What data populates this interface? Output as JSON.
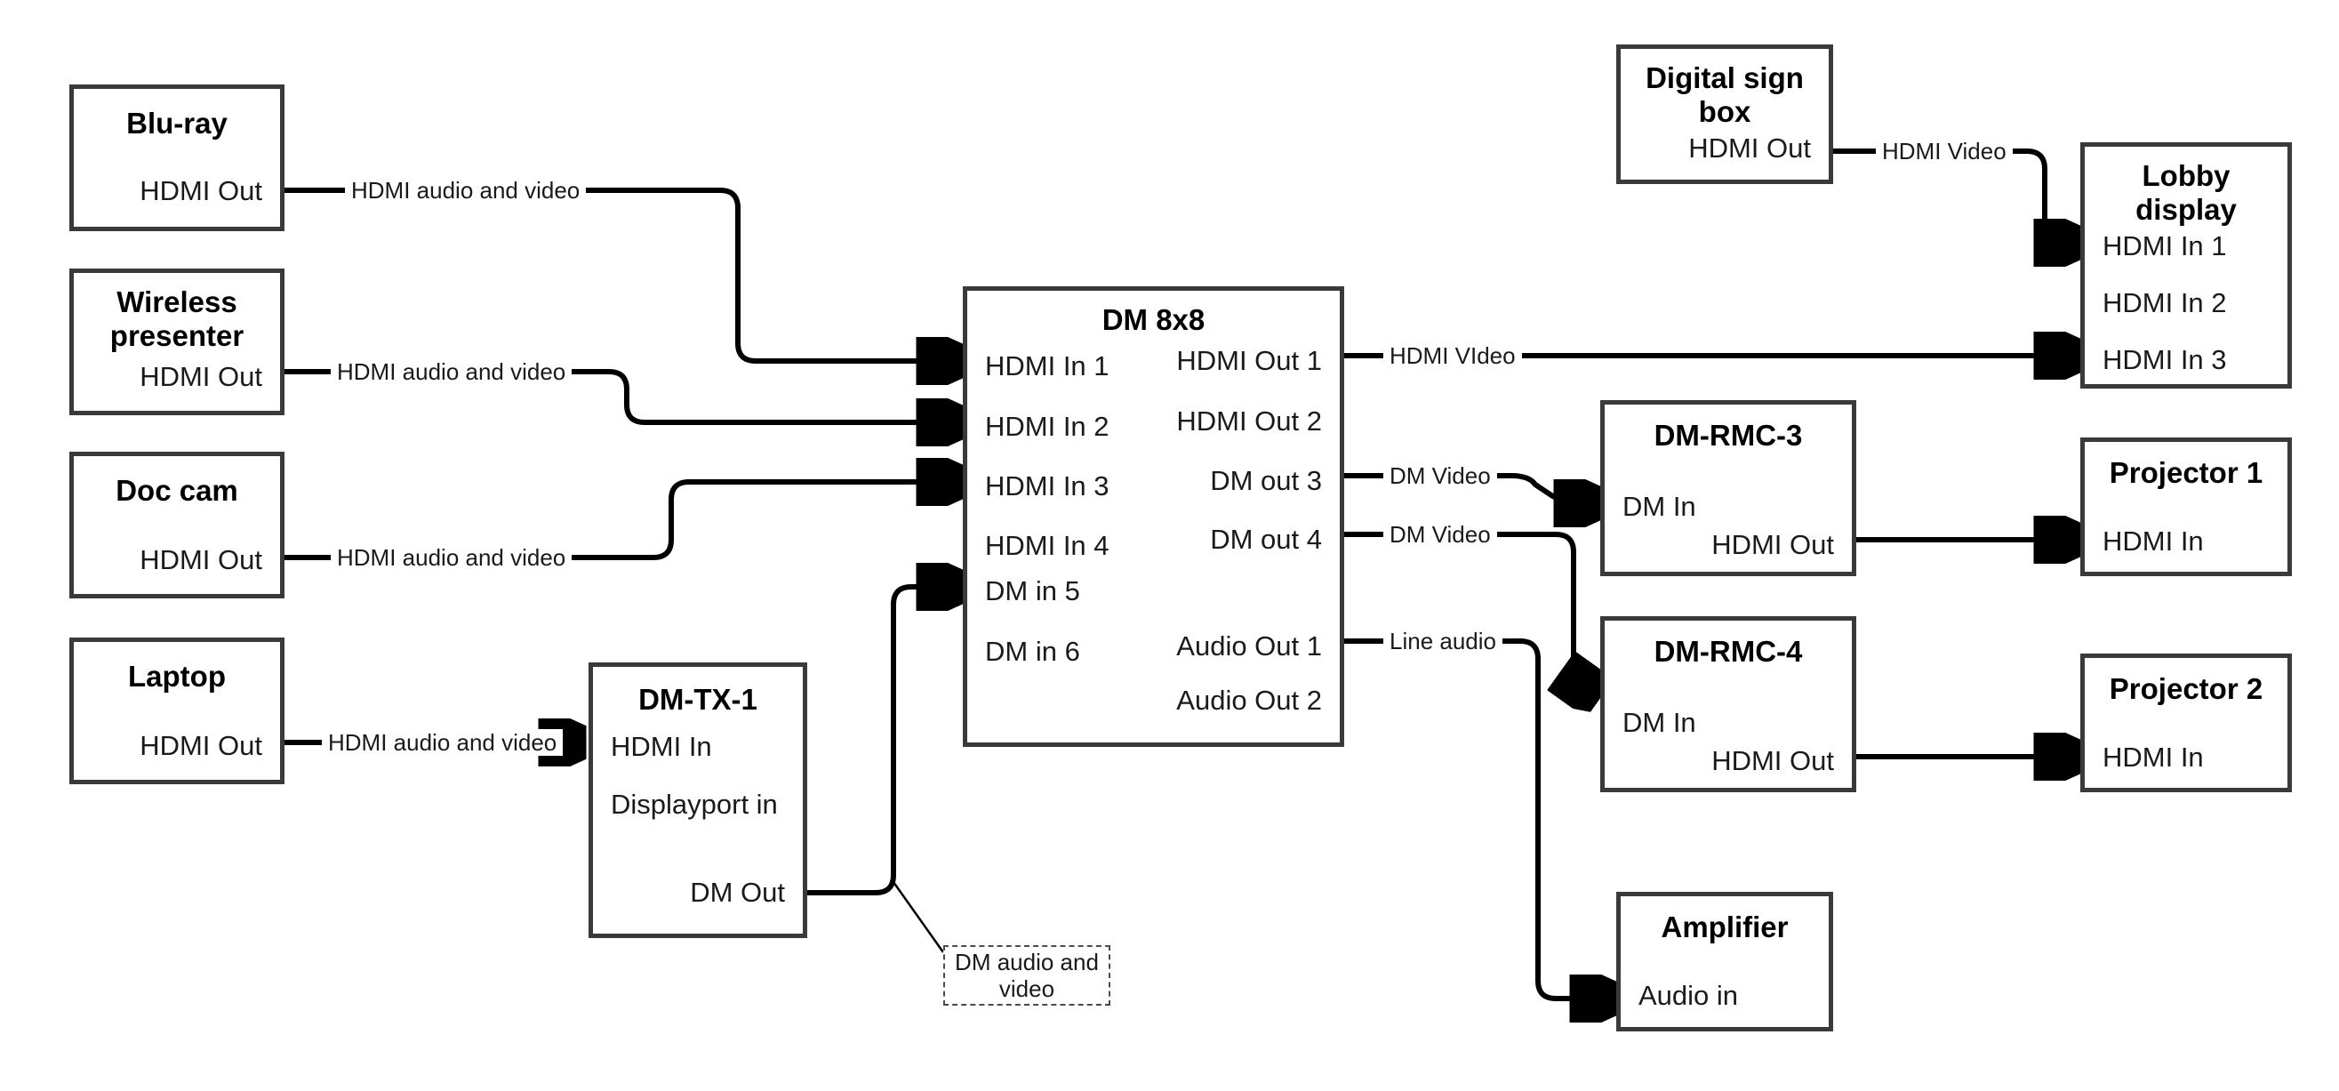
{
  "diagram": {
    "title": "AV signal flow — DM 8x8 matrix",
    "colors": {
      "box_border": "#3a3a3a",
      "wire": "#000000",
      "background": "#ffffff",
      "callout_border": "#4a4a4a"
    }
  },
  "devices": {
    "bluray": {
      "title": "Blu-ray",
      "ports": {
        "out1": "HDMI Out"
      }
    },
    "wireless": {
      "title": "Wireless\npresenter",
      "ports": {
        "out1": "HDMI Out"
      }
    },
    "doccam": {
      "title": "Doc cam",
      "ports": {
        "out1": "HDMI Out"
      }
    },
    "laptop": {
      "title": "Laptop",
      "ports": {
        "out1": "HDMI Out"
      }
    },
    "dmtx1": {
      "title": "DM-TX-1",
      "ports": {
        "in1": "HDMI In",
        "in2": "Displayport in",
        "out1": "DM Out"
      }
    },
    "dm8x8": {
      "title": "DM 8x8",
      "inputs": [
        "HDMI In 1",
        "HDMI In 2",
        "HDMI In 3",
        "HDMI In 4",
        "DM in 5",
        "DM in 6"
      ],
      "outputs": [
        "HDMI Out 1",
        "HDMI Out 2",
        "DM out 3",
        "DM out 4",
        "Audio Out 1",
        "Audio Out 2"
      ]
    },
    "digitalsign": {
      "title": "Digital sign\nbox",
      "ports": {
        "out1": "HDMI Out"
      }
    },
    "lobby": {
      "title": "Lobby\ndisplay",
      "inputs": [
        "HDMI In 1",
        "HDMI In 2",
        "HDMI In 3"
      ]
    },
    "dmrmc3": {
      "title": "DM-RMC-3",
      "ports": {
        "in1": "DM In",
        "out1": "HDMI Out"
      }
    },
    "dmrmc4": {
      "title": "DM-RMC-4",
      "ports": {
        "in1": "DM In",
        "out1": "HDMI Out"
      }
    },
    "projector1": {
      "title": "Projector 1",
      "ports": {
        "in1": "HDMI In"
      }
    },
    "projector2": {
      "title": "Projector 2",
      "ports": {
        "in1": "HDMI In"
      }
    },
    "amplifier": {
      "title": "Amplifier",
      "ports": {
        "in1": "Audio in"
      }
    }
  },
  "edge_labels": {
    "bluray_to_dm": "HDMI audio and video",
    "wireless_to_dm": "HDMI audio and video",
    "doccam_to_dm": "HDMI audio and video",
    "laptop_to_tx": "HDMI audio and video",
    "sign_to_lobby": "HDMI Video",
    "dm_hdmiout1": "HDMI VIdeo",
    "dm_dmout3": "DM Video",
    "dm_dmout4": "DM Video",
    "dm_audioout1": "Line audio"
  },
  "callouts": {
    "tx_dm_link": "DM audio and\nvideo"
  }
}
